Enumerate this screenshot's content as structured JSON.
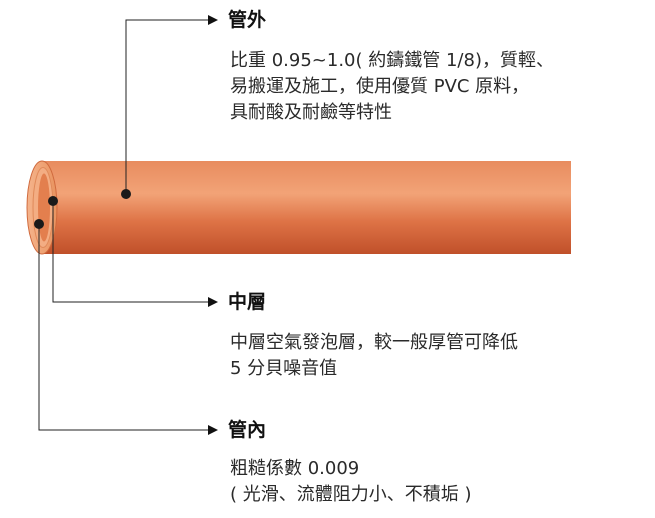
{
  "sections": {
    "outer": {
      "title": "管外",
      "lines": [
        "比重 0.95~1.0( 約鑄鐵管 1/8)，質輕、",
        "易搬運及施工，使用優質 PVC 原料，",
        "具耐酸及耐鹼等特性"
      ]
    },
    "middle": {
      "title": "中層",
      "lines": [
        "中層空氣發泡層，較一般厚管可降低",
        "5 分貝噪音值"
      ]
    },
    "inner": {
      "title": "管內",
      "lines": [
        "粗糙係數 0.009",
        "( 光滑、流體阻力小、不積垢 )"
      ]
    }
  },
  "colors": {
    "pipe_light": "#f0a071",
    "pipe_mid": "#de7244",
    "pipe_dark": "#c2512a",
    "leader_line": "#222222"
  }
}
